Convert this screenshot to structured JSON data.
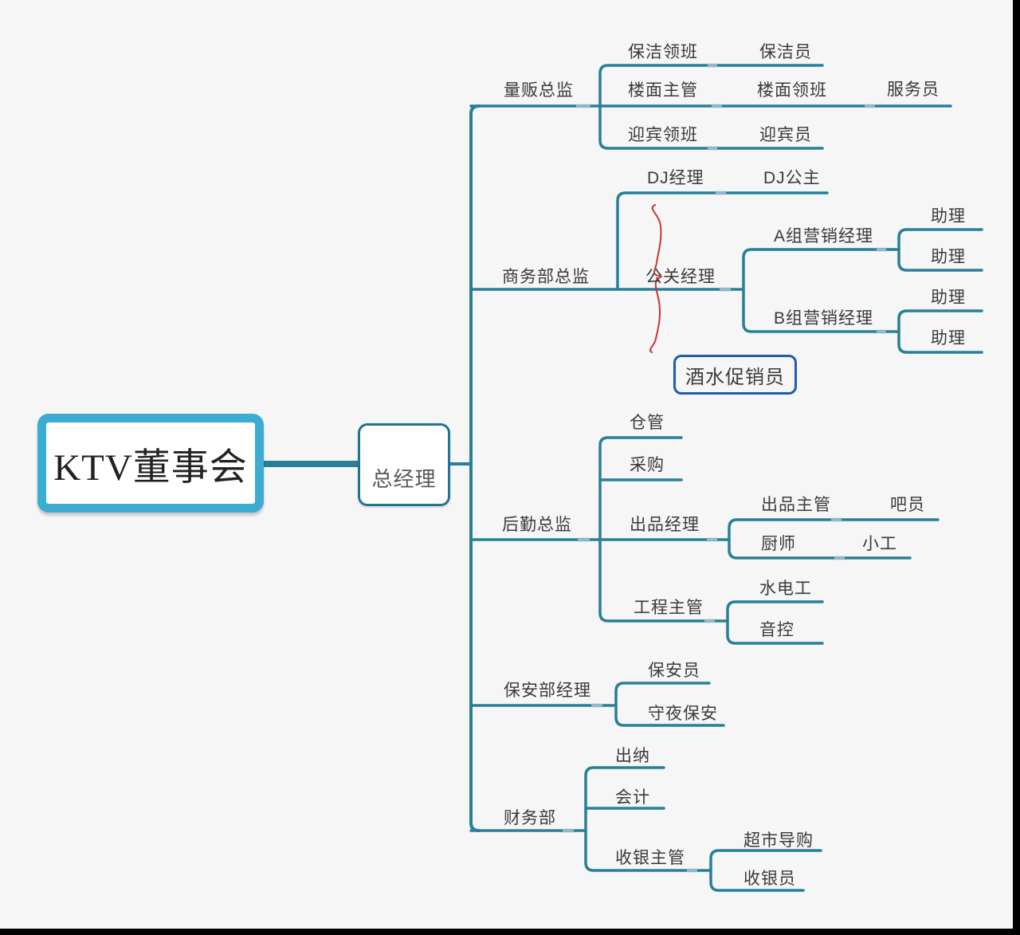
{
  "colors": {
    "bg": "#f6f6f6",
    "line": "#287f99",
    "line_light": "#8fb9c6",
    "root_border": "#3cacd3",
    "manager_border": "#22758f",
    "floating_border": "#1d5fae",
    "annotation": "#c23732",
    "text": "#3a3a3a",
    "manager_text": "#55585c",
    "root_text": "#222222",
    "edge": "#000000"
  },
  "mindmap": {
    "root": {
      "label": "KTV董事会"
    },
    "manager": {
      "label": "总经理"
    },
    "branches": [
      {
        "label": "量贩总监",
        "children": [
          {
            "label": "保洁领班",
            "children": [
              {
                "label": "保洁员"
              }
            ]
          },
          {
            "label": "楼面主管",
            "children": [
              {
                "label": "楼面领班",
                "children": [
                  {
                    "label": "服务员"
                  }
                ]
              }
            ]
          },
          {
            "label": "迎宾领班",
            "children": [
              {
                "label": "迎宾员"
              }
            ]
          }
        ]
      },
      {
        "label": "商务部总监",
        "children": [
          {
            "label": "DJ经理",
            "children": [
              {
                "label": "DJ公主"
              }
            ]
          },
          {
            "label": "公关经理",
            "children": [
              {
                "label": "A组营销经理",
                "children": [
                  {
                    "label": "助理"
                  },
                  {
                    "label": "助理"
                  }
                ]
              },
              {
                "label": "B组营销经理",
                "children": [
                  {
                    "label": "助理"
                  },
                  {
                    "label": "助理"
                  }
                ]
              }
            ]
          }
        ]
      },
      {
        "label": "后勤总监",
        "children": [
          {
            "label": "仓管"
          },
          {
            "label": "采购"
          },
          {
            "label": "出品经理",
            "children": [
              {
                "label": "出品主管",
                "children": [
                  {
                    "label": "吧员"
                  }
                ]
              },
              {
                "label": "厨师",
                "children": [
                  {
                    "label": "小工"
                  }
                ]
              }
            ]
          },
          {
            "label": "工程主管",
            "children": [
              {
                "label": "水电工"
              },
              {
                "label": "音控"
              }
            ]
          }
        ]
      },
      {
        "label": "保安部经理",
        "children": [
          {
            "label": "保安员"
          },
          {
            "label": "守夜保安"
          }
        ]
      },
      {
        "label": "财务部",
        "children": [
          {
            "label": "出纳"
          },
          {
            "label": "会计"
          },
          {
            "label": "收银主管",
            "children": [
              {
                "label": "超市导购"
              },
              {
                "label": "收银员"
              }
            ]
          }
        ]
      }
    ],
    "floating_topic": {
      "label": "酒水促销员"
    },
    "annotation": {
      "icon": "red-scribble-mark",
      "color": "#c23732"
    }
  }
}
